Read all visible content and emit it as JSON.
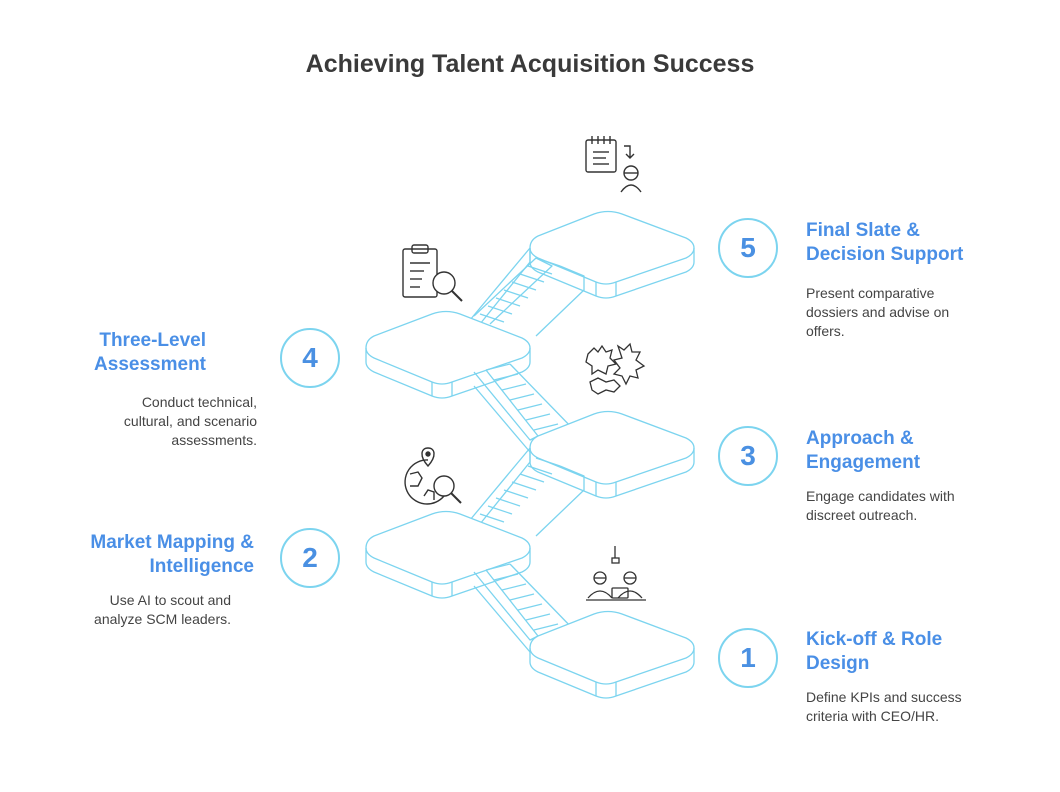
{
  "title": "Achieving Talent Acquisition Success",
  "accent_color": "#4a8fe6",
  "line_color": "#7cd4ef",
  "steps": [
    {
      "number": "1",
      "title_line1": "Kick-off & Role",
      "title_line2": "Design",
      "desc_line1": "Define KPIs and success",
      "desc_line2": "criteria with CEO/HR.",
      "desc_line3": "",
      "icon": "meeting-icon"
    },
    {
      "number": "2",
      "title_line1": "Market Mapping &",
      "title_line2": "Intelligence",
      "desc_line1": "Use AI to scout and",
      "desc_line2": "analyze SCM leaders.",
      "desc_line3": "",
      "icon": "globe-search-icon"
    },
    {
      "number": "3",
      "title_line1": "Approach &",
      "title_line2": "Engagement",
      "desc_line1": "Engage candidates with",
      "desc_line2": "discreet outreach.",
      "desc_line3": "",
      "icon": "handshake-icon"
    },
    {
      "number": "4",
      "title_line1": "Three-Level",
      "title_line2": "Assessment",
      "desc_line1": "Conduct technical,",
      "desc_line2": "cultural, and scenario",
      "desc_line3": "assessments.",
      "icon": "clipboard-search-icon"
    },
    {
      "number": "5",
      "title_line1": "Final Slate &",
      "title_line2": "Decision Support",
      "desc_line1": "Present comparative",
      "desc_line2": "dossiers and advise on",
      "desc_line3": "offers.",
      "icon": "notepad-person-icon"
    }
  ]
}
